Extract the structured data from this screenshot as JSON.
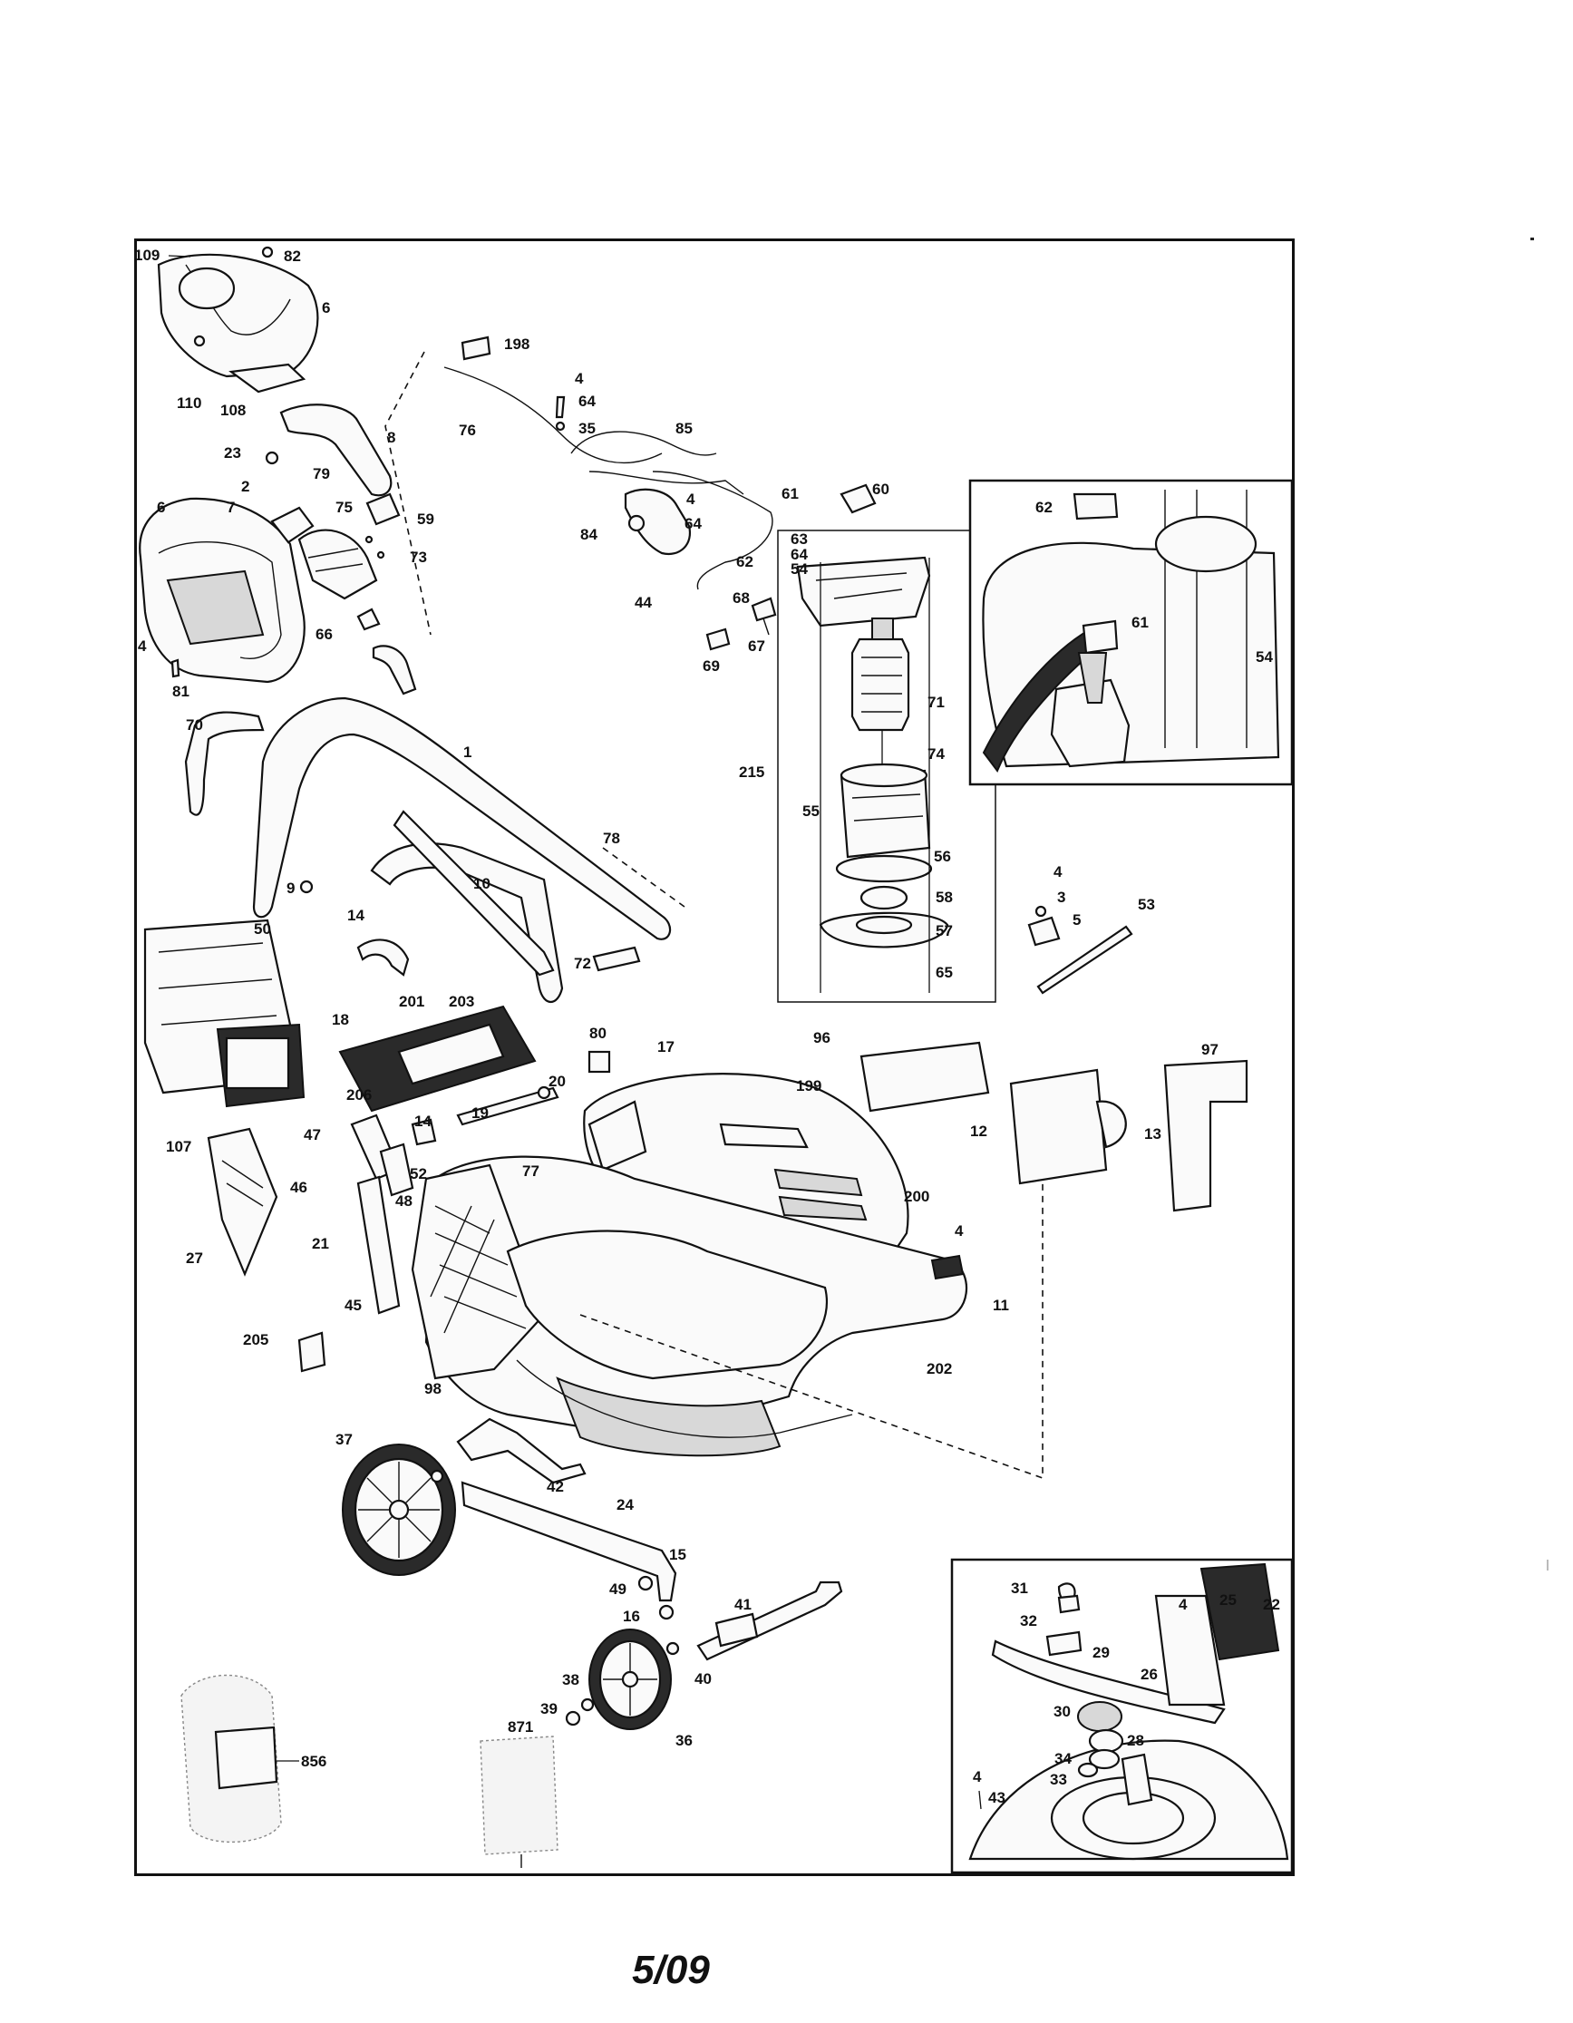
{
  "footer": {
    "date_code": "5/09"
  },
  "callouts": [
    "109",
    "82",
    "6",
    "110",
    "108",
    "8",
    "23",
    "79",
    "59",
    "2",
    "7",
    "75",
    "73",
    "6",
    "4",
    "66",
    "81",
    "198",
    "76",
    "4",
    "64",
    "35",
    "85",
    "4",
    "64",
    "84",
    "61",
    "62",
    "44",
    "60",
    "68",
    "67",
    "69",
    "63",
    "64",
    "54",
    "71",
    "74",
    "215",
    "55",
    "56",
    "58",
    "57",
    "65",
    "62",
    "61",
    "54",
    "70",
    "1",
    "78",
    "10",
    "9",
    "14",
    "72",
    "50",
    "18",
    "201",
    "203",
    "206",
    "80",
    "17",
    "199",
    "96",
    "97",
    "12",
    "13",
    "4",
    "5",
    "3",
    "53",
    "19",
    "20",
    "14",
    "52",
    "77",
    "47",
    "48",
    "46",
    "107",
    "27",
    "21",
    "45",
    "205",
    "200",
    "4",
    "11",
    "202",
    "98",
    "37",
    "42",
    "24",
    "15",
    "49",
    "16",
    "41",
    "38",
    "39",
    "40",
    "36",
    "871",
    "856",
    "31",
    "4",
    "25",
    "22",
    "32",
    "29",
    "26",
    "30",
    "28",
    "34",
    "33",
    "4",
    "43"
  ]
}
